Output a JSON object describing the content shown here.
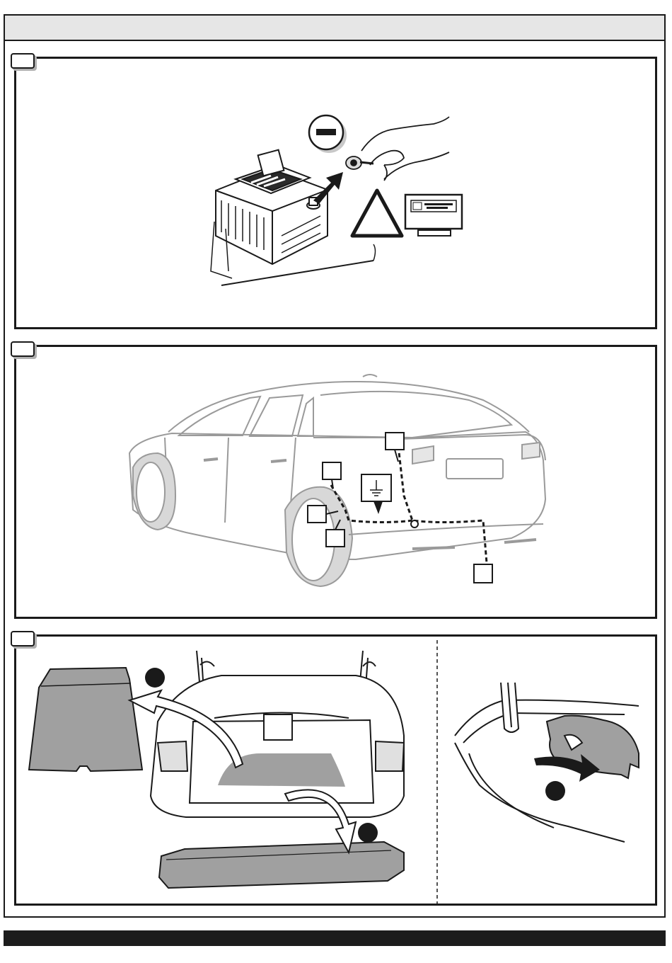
{
  "document": {
    "header_band_text": "",
    "panels": [
      {
        "id": "battery-disconnect",
        "step_label": ""
      },
      {
        "id": "wiring-route",
        "step_label": ""
      },
      {
        "id": "trunk-trim-removal",
        "step_label": ""
      }
    ],
    "footer_text": "",
    "colors": {
      "line": "#1a1a1a",
      "grey_part": "#9a9a9a",
      "light_grey": "#c8c8c8",
      "tab_shadow": "#b0b0b0"
    },
    "icons": [
      "minus-sign-icon",
      "warning-triangle-icon",
      "manual-screen-icon",
      "ground-symbol-icon",
      "arrow-icon"
    ]
  }
}
